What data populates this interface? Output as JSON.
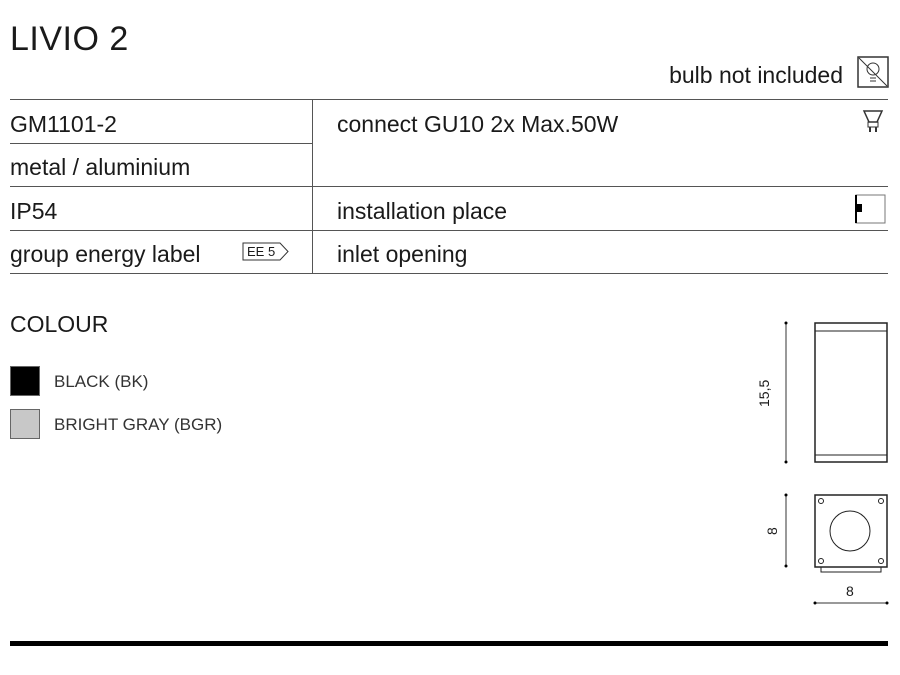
{
  "title": "LIVIO 2",
  "bulb_note": "bulb not included",
  "specs": {
    "code": "GM1101-2",
    "material": "metal / aluminium",
    "ip": "IP54",
    "energy_label": "group energy label",
    "energy_class": "EE 5",
    "connect": "connect GU10 2x Max.50W",
    "installation": "installation place",
    "inlet": "inlet opening"
  },
  "colour": {
    "heading": "COLOUR",
    "items": [
      {
        "label": "BLACK (BK)",
        "color": "#000000"
      },
      {
        "label": "BRIGHT GRAY (BGR)",
        "color": "#c8c8c8"
      }
    ]
  },
  "dimensions": {
    "height": "15,5",
    "depth": "8",
    "width": "8"
  }
}
